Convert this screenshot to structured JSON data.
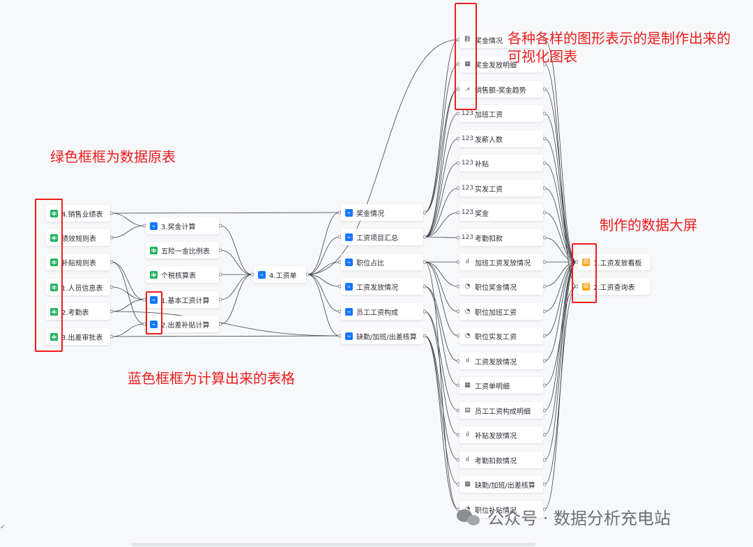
{
  "source_tables": [
    {
      "id": "s1",
      "label": "4.销售业绩表"
    },
    {
      "id": "s2",
      "label": "绩效规则表"
    },
    {
      "id": "s3",
      "label": "补贴规则表"
    },
    {
      "id": "s4",
      "label": "1.人员信息表"
    },
    {
      "id": "s5",
      "label": "2.考勤表"
    },
    {
      "id": "s6",
      "label": "3.出差审批表"
    }
  ],
  "mid_tables": [
    {
      "id": "m1",
      "label": "3.奖金计算",
      "icon": "calc"
    },
    {
      "id": "m2",
      "label": "五险一金比例表",
      "icon": "table"
    },
    {
      "id": "m3",
      "label": "个税核算表",
      "icon": "table"
    },
    {
      "id": "m4",
      "label": "1.基本工资计算",
      "icon": "calc"
    },
    {
      "id": "m5",
      "label": "2.出差补贴计算",
      "icon": "calc"
    }
  ],
  "payroll": {
    "id": "p",
    "label": "4.工资单"
  },
  "derived_tables": [
    {
      "id": "d1",
      "label": "奖金情况"
    },
    {
      "id": "d2",
      "label": "工资项目汇总"
    },
    {
      "id": "d3",
      "label": "职位占比"
    },
    {
      "id": "d4",
      "label": "工资发放情况"
    },
    {
      "id": "d5",
      "label": "员工工资构成"
    },
    {
      "id": "d6",
      "label": "缺勤/加班/出差核算"
    }
  ],
  "charts": [
    {
      "id": "c1",
      "label": "奖金情况",
      "icon": "群"
    },
    {
      "id": "c2",
      "label": "奖金发放明细",
      "icon": "▦"
    },
    {
      "id": "c3",
      "label": "销售额-奖金趋势",
      "icon": "⩘"
    },
    {
      "id": "c4",
      "label": "加班工资",
      "icon": "123"
    },
    {
      "id": "c5",
      "label": "发薪人数",
      "icon": "123"
    },
    {
      "id": "c6",
      "label": "补贴",
      "icon": "123"
    },
    {
      "id": "c7",
      "label": "实发工资",
      "icon": "123"
    },
    {
      "id": "c8",
      "label": "奖金",
      "icon": "123"
    },
    {
      "id": "c9",
      "label": "考勤扣款",
      "icon": "123"
    },
    {
      "id": "c10",
      "label": "加班工资发放情况",
      "icon": "ıl"
    },
    {
      "id": "c11",
      "label": "职位奖金情况",
      "icon": "◔"
    },
    {
      "id": "c12",
      "label": "职位加班工资",
      "icon": "◔"
    },
    {
      "id": "c13",
      "label": "职位实发工资",
      "icon": "◔"
    },
    {
      "id": "c14",
      "label": "工资发放情况",
      "icon": "ıl"
    },
    {
      "id": "c15",
      "label": "工资单明细",
      "icon": "▦"
    },
    {
      "id": "c16",
      "label": "员工工资构成明细",
      "icon": "▤"
    },
    {
      "id": "c17",
      "label": "补贴发放情况",
      "icon": "ıl"
    },
    {
      "id": "c18",
      "label": "考勤扣款情况",
      "icon": "ıl"
    },
    {
      "id": "c19",
      "label": "缺勤/加班/出差核算",
      "icon": "▦"
    },
    {
      "id": "c20",
      "label": "职位补贴情况",
      "icon": "◔"
    }
  ],
  "dashboards": [
    {
      "id": "b1",
      "label": "1.工资发放看板"
    },
    {
      "id": "b2",
      "label": "2.工资查询表"
    }
  ],
  "links": [
    [
      "s1",
      "m1"
    ],
    [
      "s2",
      "m1"
    ],
    [
      "s1",
      "d1"
    ],
    [
      "s3",
      "m4"
    ],
    [
      "s3",
      "m5"
    ],
    [
      "s4",
      "m4"
    ],
    [
      "s5",
      "m4"
    ],
    [
      "s6",
      "m5"
    ],
    [
      "s5",
      "d6"
    ],
    [
      "s6",
      "d6"
    ],
    [
      "m1",
      "p"
    ],
    [
      "m2",
      "p"
    ],
    [
      "m3",
      "p"
    ],
    [
      "m4",
      "p"
    ],
    [
      "m5",
      "p"
    ],
    [
      "p",
      "d1"
    ],
    [
      "p",
      "d2"
    ],
    [
      "p",
      "d3"
    ],
    [
      "p",
      "d4"
    ],
    [
      "p",
      "d5"
    ],
    [
      "p",
      "d6"
    ],
    [
      "p",
      "c1"
    ],
    [
      "d1",
      "c1"
    ],
    [
      "d1",
      "c2"
    ],
    [
      "d1",
      "c3"
    ],
    [
      "d2",
      "c4"
    ],
    [
      "d2",
      "c5"
    ],
    [
      "d2",
      "c6"
    ],
    [
      "d2",
      "c7"
    ],
    [
      "d2",
      "c8"
    ],
    [
      "d2",
      "c9"
    ],
    [
      "d2",
      "c3"
    ],
    [
      "d3",
      "c10"
    ],
    [
      "d3",
      "c11"
    ],
    [
      "d3",
      "c12"
    ],
    [
      "d3",
      "c13"
    ],
    [
      "d3",
      "c20"
    ],
    [
      "d4",
      "c14"
    ],
    [
      "d4",
      "c15"
    ],
    [
      "d5",
      "c16"
    ],
    [
      "d5",
      "c17"
    ],
    [
      "d6",
      "c18"
    ],
    [
      "d6",
      "c19"
    ],
    [
      "d6",
      "c20"
    ],
    [
      "c1",
      "b1"
    ],
    [
      "c2",
      "b2"
    ],
    [
      "c3",
      "b1"
    ],
    [
      "c4",
      "b1"
    ],
    [
      "c5",
      "b1"
    ],
    [
      "c6",
      "b1"
    ],
    [
      "c7",
      "b1"
    ],
    [
      "c8",
      "b1"
    ],
    [
      "c9",
      "b1"
    ],
    [
      "c10",
      "b1"
    ],
    [
      "c11",
      "b1"
    ],
    [
      "c12",
      "b1"
    ],
    [
      "c13",
      "b1"
    ],
    [
      "c14",
      "b1"
    ],
    [
      "c15",
      "b2"
    ],
    [
      "c16",
      "b1"
    ],
    [
      "c17",
      "b1"
    ],
    [
      "c18",
      "b1"
    ],
    [
      "c19",
      "b2"
    ],
    [
      "c20",
      "b1"
    ]
  ],
  "annotations": {
    "viz_note": "各种各样的图形表示的是制作出来的可视化图表",
    "source_note": "绿色框框为数据原表",
    "calc_note": "蓝色框框为计算出来的表格",
    "screen_note": "制作的数据大屏"
  },
  "watermark": {
    "text": "公众号 · 数据分析充电站"
  },
  "colors": {
    "annotation": "#ee1c1c",
    "source_icon": "#22b35e",
    "calc_icon": "#1677ff",
    "screen_icon": "#f6a623",
    "link": "#3b3f4a"
  }
}
